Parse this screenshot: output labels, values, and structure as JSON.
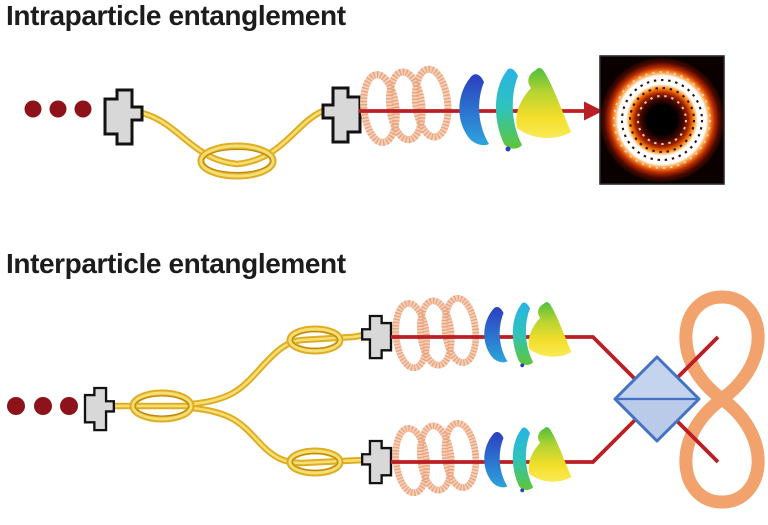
{
  "panels": [
    {
      "id": "intra",
      "title": "Intraparticle entanglement",
      "components": [
        "photon-dots",
        "fiber-connector",
        "fiber-loop",
        "fiber-connector",
        "polarization-coil",
        "oam-helix-mode",
        "beam-arrow",
        "vector-beam-donut-image"
      ]
    },
    {
      "id": "inter",
      "title": "Interparticle entanglement",
      "components": [
        "photon-dots",
        "fiber-connector",
        "fiber-loop",
        "fiber-splitter",
        "fiber-loop",
        "fiber-connector",
        "polarization-coil",
        "oam-helix-mode",
        "beam-splitter-diamond",
        "entanglement-infinity-symbol"
      ]
    }
  ],
  "colors": {
    "background": "#ffffff",
    "title_text": "#1c1c1c",
    "photon_dot": "#8e1219",
    "fiber_gold": "#dfad24",
    "fiber_highlight": "#f6df72",
    "fiber_dark": "#b9860e",
    "connector_fill": "#d8d8d8",
    "connector_outline": "#121212",
    "beam_red": "#bb1e24",
    "coil_salmon": "#e8a27c",
    "coil_light": "#f6cfb6",
    "vortex_blue": "#2b3fc0",
    "vortex_cyan": "#27b4e4",
    "vortex_green": "#5cc338",
    "vortex_yellow": "#f4de2b",
    "splitter_fill": "#b9cbe8",
    "splitter_fill_top": "#c4d3ee",
    "splitter_border": "#4472c4",
    "infinity_orange": "#f1a26d"
  }
}
